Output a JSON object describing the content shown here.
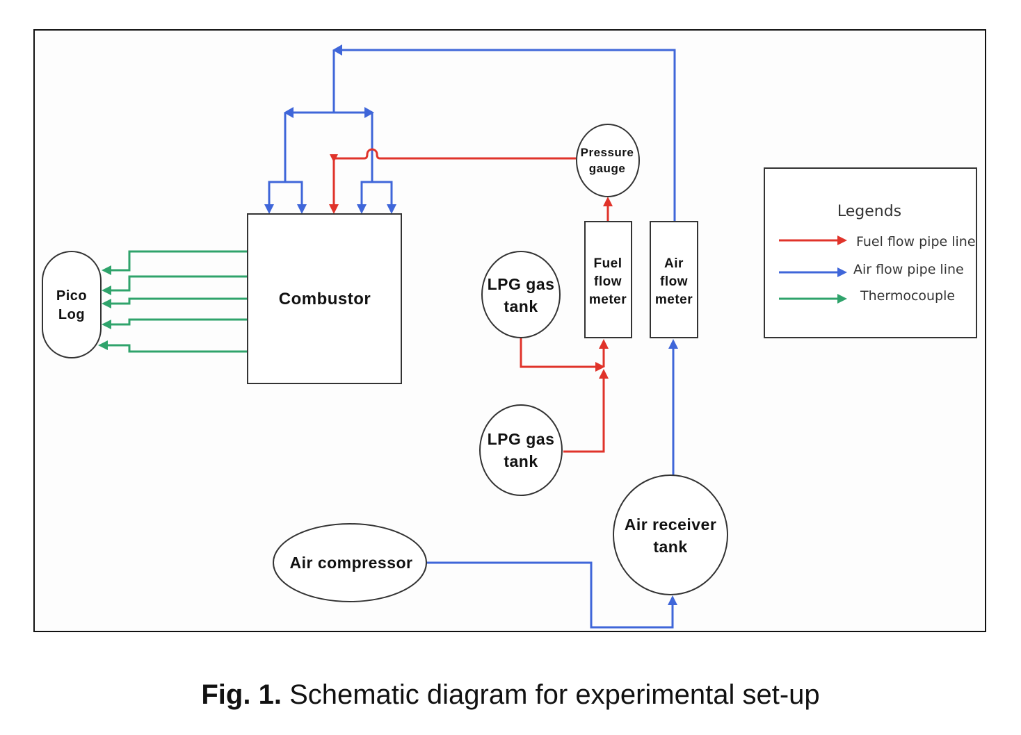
{
  "colors": {
    "fuel": "#e0332a",
    "air": "#3f66d9",
    "thermo": "#2fa36b",
    "outline": "#333333"
  },
  "nodes": {
    "combustor": "Combustor",
    "pico_log": [
      "Pico",
      "Log"
    ],
    "pressure_gauge": [
      "Pressure",
      "gauge"
    ],
    "fuel_flow_meter": [
      "Fuel",
      "flow",
      "meter"
    ],
    "air_flow_meter": [
      "Air",
      "flow",
      "meter"
    ],
    "lpg_tank_1": [
      "LPG gas",
      "tank"
    ],
    "lpg_tank_2": [
      "LPG gas",
      "tank"
    ],
    "air_receiver_tank": [
      "Air receiver",
      "tank"
    ],
    "air_compressor": "Air compressor"
  },
  "legend": {
    "title": "Legends",
    "items": [
      {
        "label": "Fuel flow pipe line",
        "color_key": "fuel"
      },
      {
        "label": "Air flow pipe line",
        "color_key": "air"
      },
      {
        "label": "Thermocouple",
        "color_key": "thermo"
      }
    ]
  },
  "caption": {
    "prefix": "Fig. 1.",
    "text": " Schematic diagram for experimental set-up"
  }
}
